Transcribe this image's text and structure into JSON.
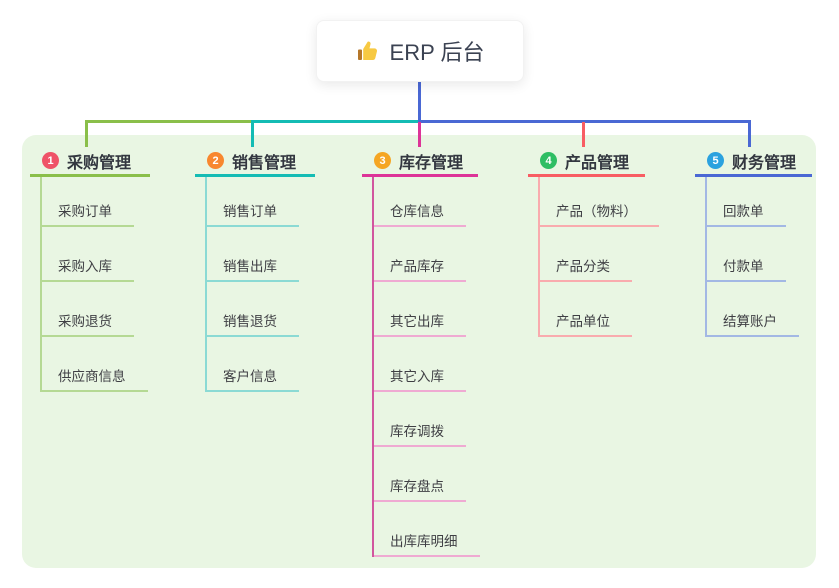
{
  "root": {
    "label": "ERP 后台",
    "icon": "thumbs-up-icon"
  },
  "colors": {
    "panel_background": "#e9f6e3",
    "canvas_background": "#ffffff",
    "root_connector": "#4a63d4",
    "text": "#333740"
  },
  "branches": [
    {
      "num": "1",
      "label": "采购管理",
      "color": "#8abf4a",
      "vert": "#b5d994",
      "light": "#b5d994",
      "badge": "#ef5368",
      "children": [
        "采购订单",
        "采购入库",
        "采购退货",
        "供应商信息"
      ]
    },
    {
      "num": "2",
      "label": "销售管理",
      "color": "#14bcb4",
      "vert": "#8bdad4",
      "light": "#8bdad4",
      "badge": "#f8872f",
      "children": [
        "销售订单",
        "销售出库",
        "销售退货",
        "客户信息"
      ]
    },
    {
      "num": "3",
      "label": "库存管理",
      "color": "#dd3498",
      "vert": "#d1569e",
      "light": "#efaad2",
      "badge": "#f5a623",
      "children": [
        "仓库信息",
        "产品库存",
        "其它出库",
        "其它入库",
        "库存调拨",
        "库存盘点",
        "出库库明细"
      ]
    },
    {
      "num": "4",
      "label": "产品管理",
      "color": "#f85d63",
      "vert": "#f9abae",
      "light": "#f9abae",
      "badge": "#2ebe64",
      "children": [
        "产品（物料）",
        "产品分类",
        "产品单位"
      ]
    },
    {
      "num": "5",
      "label": "财务管理",
      "color": "#4a68d4",
      "vert": "#a3b8e4",
      "light": "#a3b8e4",
      "badge": "#2ba2df",
      "children": [
        "回款单",
        "付款单",
        "结算账户"
      ]
    }
  ]
}
